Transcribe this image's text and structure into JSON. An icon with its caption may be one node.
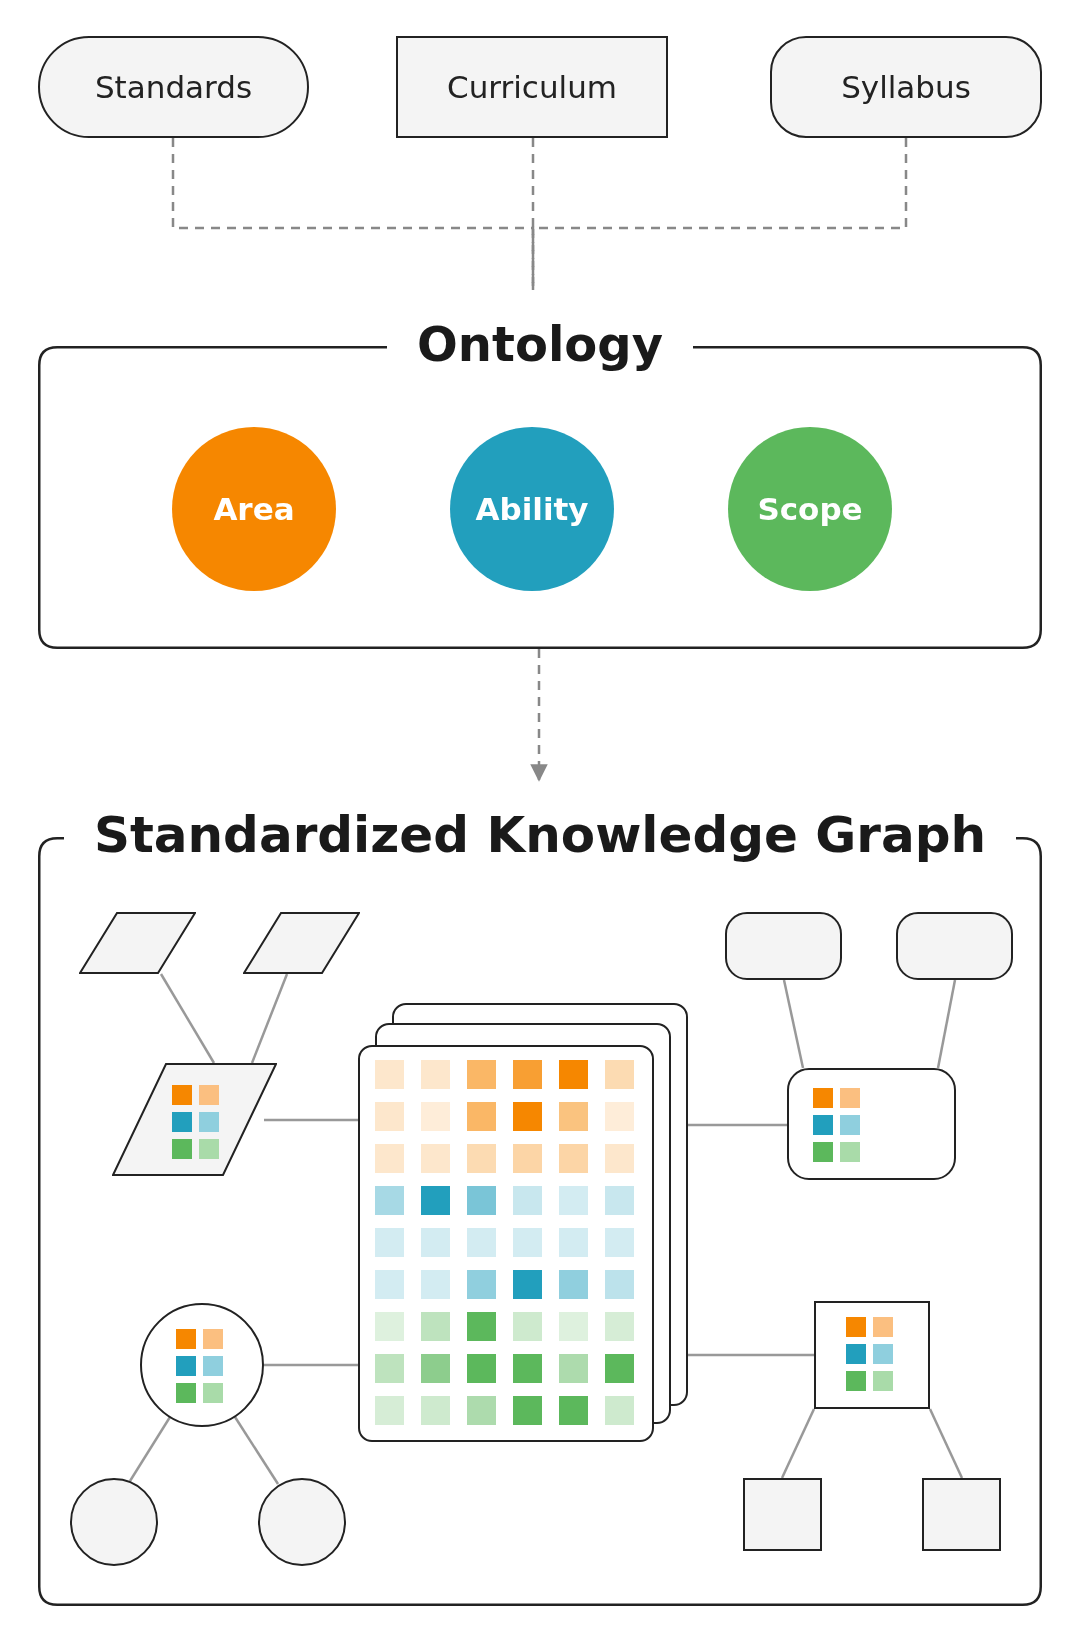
{
  "diagram": {
    "nodes": [
      {
        "text": [
          "Standards"
        ]
      },
      {
        "text": [
          "Curriculum"
        ]
      },
      {
        "text": [
          "Syllabus"
        ]
      },
      {
        "text": [
          "Ontology"
        ]
      },
      {
        "text": [
          "Area"
        ],
        "in": 3
      },
      {
        "text": [
          "Ability"
        ],
        "in": 3
      },
      {
        "text": [
          "Scope"
        ],
        "in": 3
      },
      {
        "text": [
          "Standardized Knowledge Graph"
        ]
      },
      {
        "text": [],
        "shape": "parallelogram",
        "in": 7
      },
      {
        "text": [],
        "shape": "parallelogram",
        "in": 7
      },
      {
        "text": [],
        "shape": "box",
        "in": 7
      },
      {
        "text": [],
        "shape": "box",
        "in": 7
      },
      {
        "text": [],
        "shape": "parallelogram",
        "in": 7
      },
      {
        "text": [],
        "shape": "picture",
        "in": 7
      },
      {
        "text": [],
        "shape": "box",
        "in": 7
      },
      {
        "text": [],
        "shape": "circle",
        "in": 7
      },
      {
        "text": [],
        "shape": "box",
        "in": 7
      },
      {
        "text": [],
        "shape": "circle",
        "in": 7
      },
      {
        "text": [],
        "shape": "circle",
        "in": 7
      },
      {
        "text": [],
        "shape": "box",
        "in": 7
      },
      {
        "text": [],
        "shape": "box",
        "in": 7
      }
    ],
    "edges": [
      {
        "from": 0,
        "to": 3,
        "arrow": "none",
        "style": "dashed"
      },
      {
        "from": 1,
        "to": 3,
        "arrow": "none",
        "style": "dashed"
      },
      {
        "from": 2,
        "to": 3,
        "arrow": "none",
        "style": "dashed"
      },
      {
        "from": 3,
        "to": 7,
        "arrow": "to",
        "style": "dashed"
      },
      {
        "from": 8,
        "to": 12,
        "arrow": "none"
      },
      {
        "from": 9,
        "to": 12,
        "arrow": "none"
      },
      {
        "from": 12,
        "to": 13,
        "arrow": "none"
      },
      {
        "from": 10,
        "to": 14,
        "arrow": "none"
      },
      {
        "from": 11,
        "to": 14,
        "arrow": "none"
      },
      {
        "from": 14,
        "to": 13,
        "arrow": "none"
      },
      {
        "from": 15,
        "to": 13,
        "arrow": "none"
      },
      {
        "from": 16,
        "to": 13,
        "arrow": "none"
      },
      {
        "from": 15,
        "to": 17,
        "arrow": "none"
      },
      {
        "from": 15,
        "to": 18,
        "arrow": "none"
      },
      {
        "from": 16,
        "to": 19,
        "arrow": "none"
      },
      {
        "from": 16,
        "to": 20,
        "arrow": "none"
      }
    ]
  }
}
